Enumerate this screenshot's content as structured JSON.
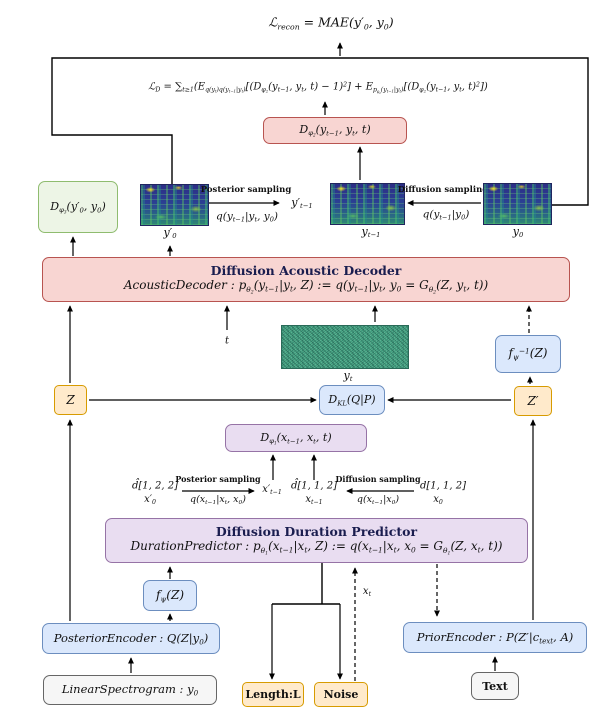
{
  "palette": {
    "pink_fill": "#f8d5d2",
    "pink_border": "#b85450",
    "green_fill": "#edf5e6",
    "green_border": "#8fbc6f",
    "blue_fill": "#dbe8fc",
    "blue_border": "#6c8ebf",
    "orange_fill": "#ffeacb",
    "orange_border": "#d79b00",
    "purple_fill": "#e9ddf1",
    "purple_border": "#9673a6",
    "gray_fill": "#f6f6f6",
    "gray_border": "#666666",
    "title_color": "#1a1d4f"
  },
  "losses": {
    "recon": "ℒ_{recon} = MAE(y′_{0}, y_{0})",
    "diffusion": "ℒ_{D} = ∑_{t≥1}(E_{q(y_{t})q(y_{t−1}|y_{t})}[(D_{φ_{2}}(y_{t−1}, y_{t}, t) − 1)^{2}] + E_{p_{θ_{2}}(y_{t−1}|y_{t})}[(D_{φ_{2}}(y_{t−1}, y_{t}, t)^{2}])"
  },
  "discriminators": {
    "dphi2": "D_{φ_{2}}(y_{t−1}, y_{t}, t)",
    "dphi3": "D_{φ_{3}}(y′_{0}, y_{0})",
    "dphi1": "D_{φ_{1}}(x_{t−1}, x_{t}, t)"
  },
  "spectrogram_row": {
    "y0_prime_label": "y′_{0}",
    "posterior_sampling_title": "Posterior sampling",
    "posterior_sampling_formula": "q(y_{t−1}|y_{t}, y_{0})",
    "posterior_target": "y′_{t−1}",
    "yt_minus1_label": "y_{t−1}",
    "diffusion_sampling_title": "Diffusion sampling",
    "diffusion_sampling_formula": "q(y_{t−1}|y_{0})",
    "y0_label": "y_{0}"
  },
  "acoustic_decoder": {
    "title": "Diffusion Acoustic Decoder",
    "formula": "AcousticDecoder : p_{θ_{2}}(y_{t−1}|y_{t}, Z) := q(y_{t−1}|y_{t}, y_{0} = G_{θ_{2}}(Z, y_{t}, t))"
  },
  "mid_row": {
    "t_label": "t",
    "yt_label": "y_{t}",
    "flow_inverse": "f_{ψ}^{−1}(Z)",
    "z": "Z",
    "dkl": "D_{KL}(Q|P)",
    "z_prime": "Z′"
  },
  "duration_row": {
    "d_hat_122": "d̂[1, 2, 2]",
    "x0_prime": "x′_{0}",
    "posterior_sampling_title": "Posterior sampling",
    "posterior_sampling_formula": "q(x_{t−1}|x_{t}, x_{0})",
    "xt_minus1_prime": "x′_{t−1}",
    "d_hat_112": "d̂[1, 1, 2]",
    "xt_minus1": "x_{t−1}",
    "diffusion_sampling_title": "Diffusion sampling",
    "diffusion_sampling_formula": "q(x_{t−1}|x_{0})",
    "d_112": "d[1, 1, 2]",
    "x0": "x_{0}"
  },
  "duration_predictor": {
    "title": "Diffusion Duration Predictor",
    "formula": "DurationPredictor : p_{θ_{1}}(x_{t−1}|x_{t}, Z) := q(x_{t−1}|x_{t}, x_{0} = G_{θ_{1}}(Z, x_{t}, t))"
  },
  "bottom": {
    "xt_label": "x_{t}",
    "flow": "f_{ψ}(Z)",
    "posterior_encoder": "PosteriorEncoder : Q(Z|y_{0})",
    "linear_spectrogram": "LinearSpectrogram : y_{0}",
    "length": "Length:L",
    "noise": "Noise",
    "prior_encoder": "PriorEncoder : P(Z′|c_{text}, A)",
    "text": "Text"
  }
}
